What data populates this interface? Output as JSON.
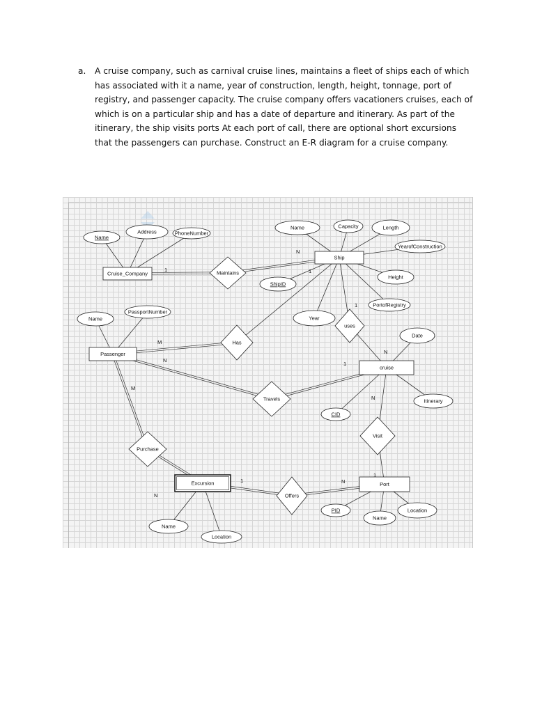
{
  "question": {
    "marker": "a.",
    "lines": [
      "A cruise company, such as carnival cruise lines, maintains a fleet of ships each of which",
      "has associated with it a name, year of construction, length, height, tonnage, port of",
      "registry, and passenger capacity. The cruise company offers vacationers cruises, each of",
      "which is on a particular ship and has a date of departure and itinerary. As part of the",
      "itinerary, the ship visits ports At each port of call, there are optional short excursions",
      "that the passengers can purchase. Construct an E-R diagram for a cruise company."
    ]
  },
  "diagram": {
    "entities": [
      {
        "id": "cruise_company",
        "label": "Cruise_Company"
      },
      {
        "id": "ship",
        "label": "Ship"
      },
      {
        "id": "passenger",
        "label": "Passenger"
      },
      {
        "id": "cruise",
        "label": "cruise"
      },
      {
        "id": "excursion",
        "label": "Excursion"
      },
      {
        "id": "port",
        "label": "Port"
      }
    ],
    "relationships": [
      {
        "id": "maintains",
        "label": "Maintains"
      },
      {
        "id": "has",
        "label": "Has"
      },
      {
        "id": "travels",
        "label": "Travels"
      },
      {
        "id": "uses",
        "label": "uses"
      },
      {
        "id": "visit",
        "label": "Visit"
      },
      {
        "id": "purchase",
        "label": "Purchase"
      },
      {
        "id": "offers",
        "label": "Offers"
      }
    ],
    "attributes": [
      {
        "id": "cc_name",
        "label": "Name",
        "key": true
      },
      {
        "id": "cc_address",
        "label": "Address",
        "key": false
      },
      {
        "id": "cc_phone",
        "label": "PhoneNumber",
        "key": false
      },
      {
        "id": "ship_name",
        "label": "Name",
        "key": false
      },
      {
        "id": "ship_capacity",
        "label": "Capacity",
        "key": false
      },
      {
        "id": "ship_length",
        "label": "Length",
        "key": false
      },
      {
        "id": "ship_yoc",
        "label": "YearofConstruction",
        "key": false
      },
      {
        "id": "ship_height",
        "label": "Height",
        "key": false
      },
      {
        "id": "ship_port",
        "label": "PortofRegistry",
        "key": false
      },
      {
        "id": "ship_id",
        "label": "ShipID",
        "key": true
      },
      {
        "id": "ship_year",
        "label": "Year",
        "key": false
      },
      {
        "id": "p_name",
        "label": "Name",
        "key": false
      },
      {
        "id": "p_passport",
        "label": "PassportNumber",
        "key": false
      },
      {
        "id": "cr_date",
        "label": "Date",
        "key": false
      },
      {
        "id": "cr_itinerary",
        "label": "Itinerary",
        "key": false
      },
      {
        "id": "cr_cid",
        "label": "CID",
        "key": true
      },
      {
        "id": "ex_name",
        "label": "Name",
        "key": false
      },
      {
        "id": "ex_location",
        "label": "Location",
        "key": false
      },
      {
        "id": "port_pid",
        "label": "PID",
        "key": true
      },
      {
        "id": "port_name",
        "label": "Name",
        "key": false
      },
      {
        "id": "port_location",
        "label": "Location",
        "key": false
      }
    ],
    "cardinalities": {
      "maintains_cc": "1",
      "maintains_ship": "N",
      "ship_uses": "1",
      "has_passenger": "M",
      "travels_passenger": "N",
      "uses_cruise": "N",
      "travels_cruise": "1",
      "purchase_passenger": "M",
      "purchase_excursion": "N",
      "visit_cruise": "N",
      "visit_port": "1",
      "offers_excursion": "1",
      "offers_port": "N",
      "ship_has": "1"
    }
  }
}
